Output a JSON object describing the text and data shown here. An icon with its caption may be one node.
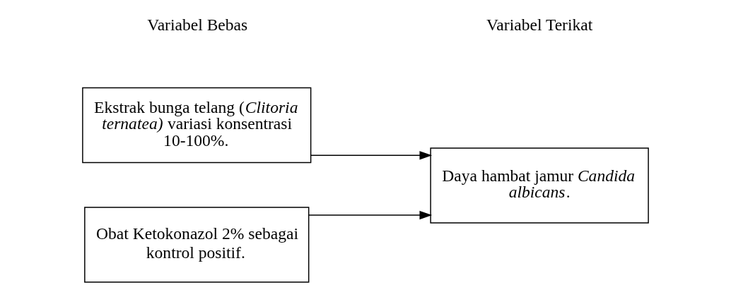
{
  "diagram": {
    "nodes": [
      {
        "text": [
          "Ekstrak bunga telang (*Clitoria ternatea)* variasi konsentrasi 10-100%."
        ]
      },
      {
        "text": [
          "Obat Ketokonazol 2% sebagai kontrol positif."
        ]
      },
      {
        "text": [
          "Daya hambat jamur *Candida albicans*."
        ]
      }
    ],
    "edges": [
      {
        "from": 0,
        "to": 2,
        "arrow": "to"
      },
      {
        "from": 1,
        "to": 2,
        "arrow": "to"
      }
    ],
    "labels": [
      "Variabel Bebas",
      "Variabel Terikat"
    ]
  }
}
